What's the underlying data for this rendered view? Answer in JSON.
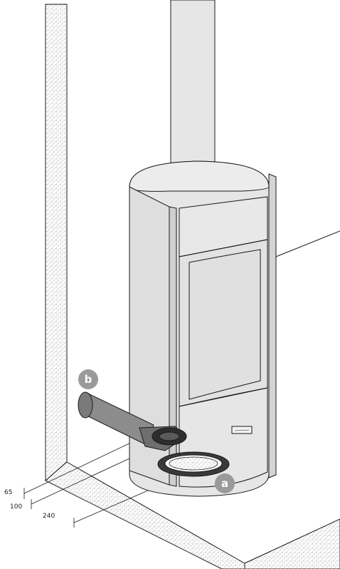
{
  "callouts": {
    "a": "a",
    "b": "b"
  },
  "dimensions": {
    "d1": "65",
    "d2": "100",
    "d3": "240"
  },
  "colors": {
    "stove_fill": "#e6e6e6",
    "stove_shade": "#cfcfcf",
    "insulation_fill": "#ffffff",
    "line": "#1a1a1a",
    "badge": "#9a9a9a",
    "pipe": "#8c8c8c"
  },
  "icons": {
    "hatch": "speckle-hatch-pattern"
  }
}
